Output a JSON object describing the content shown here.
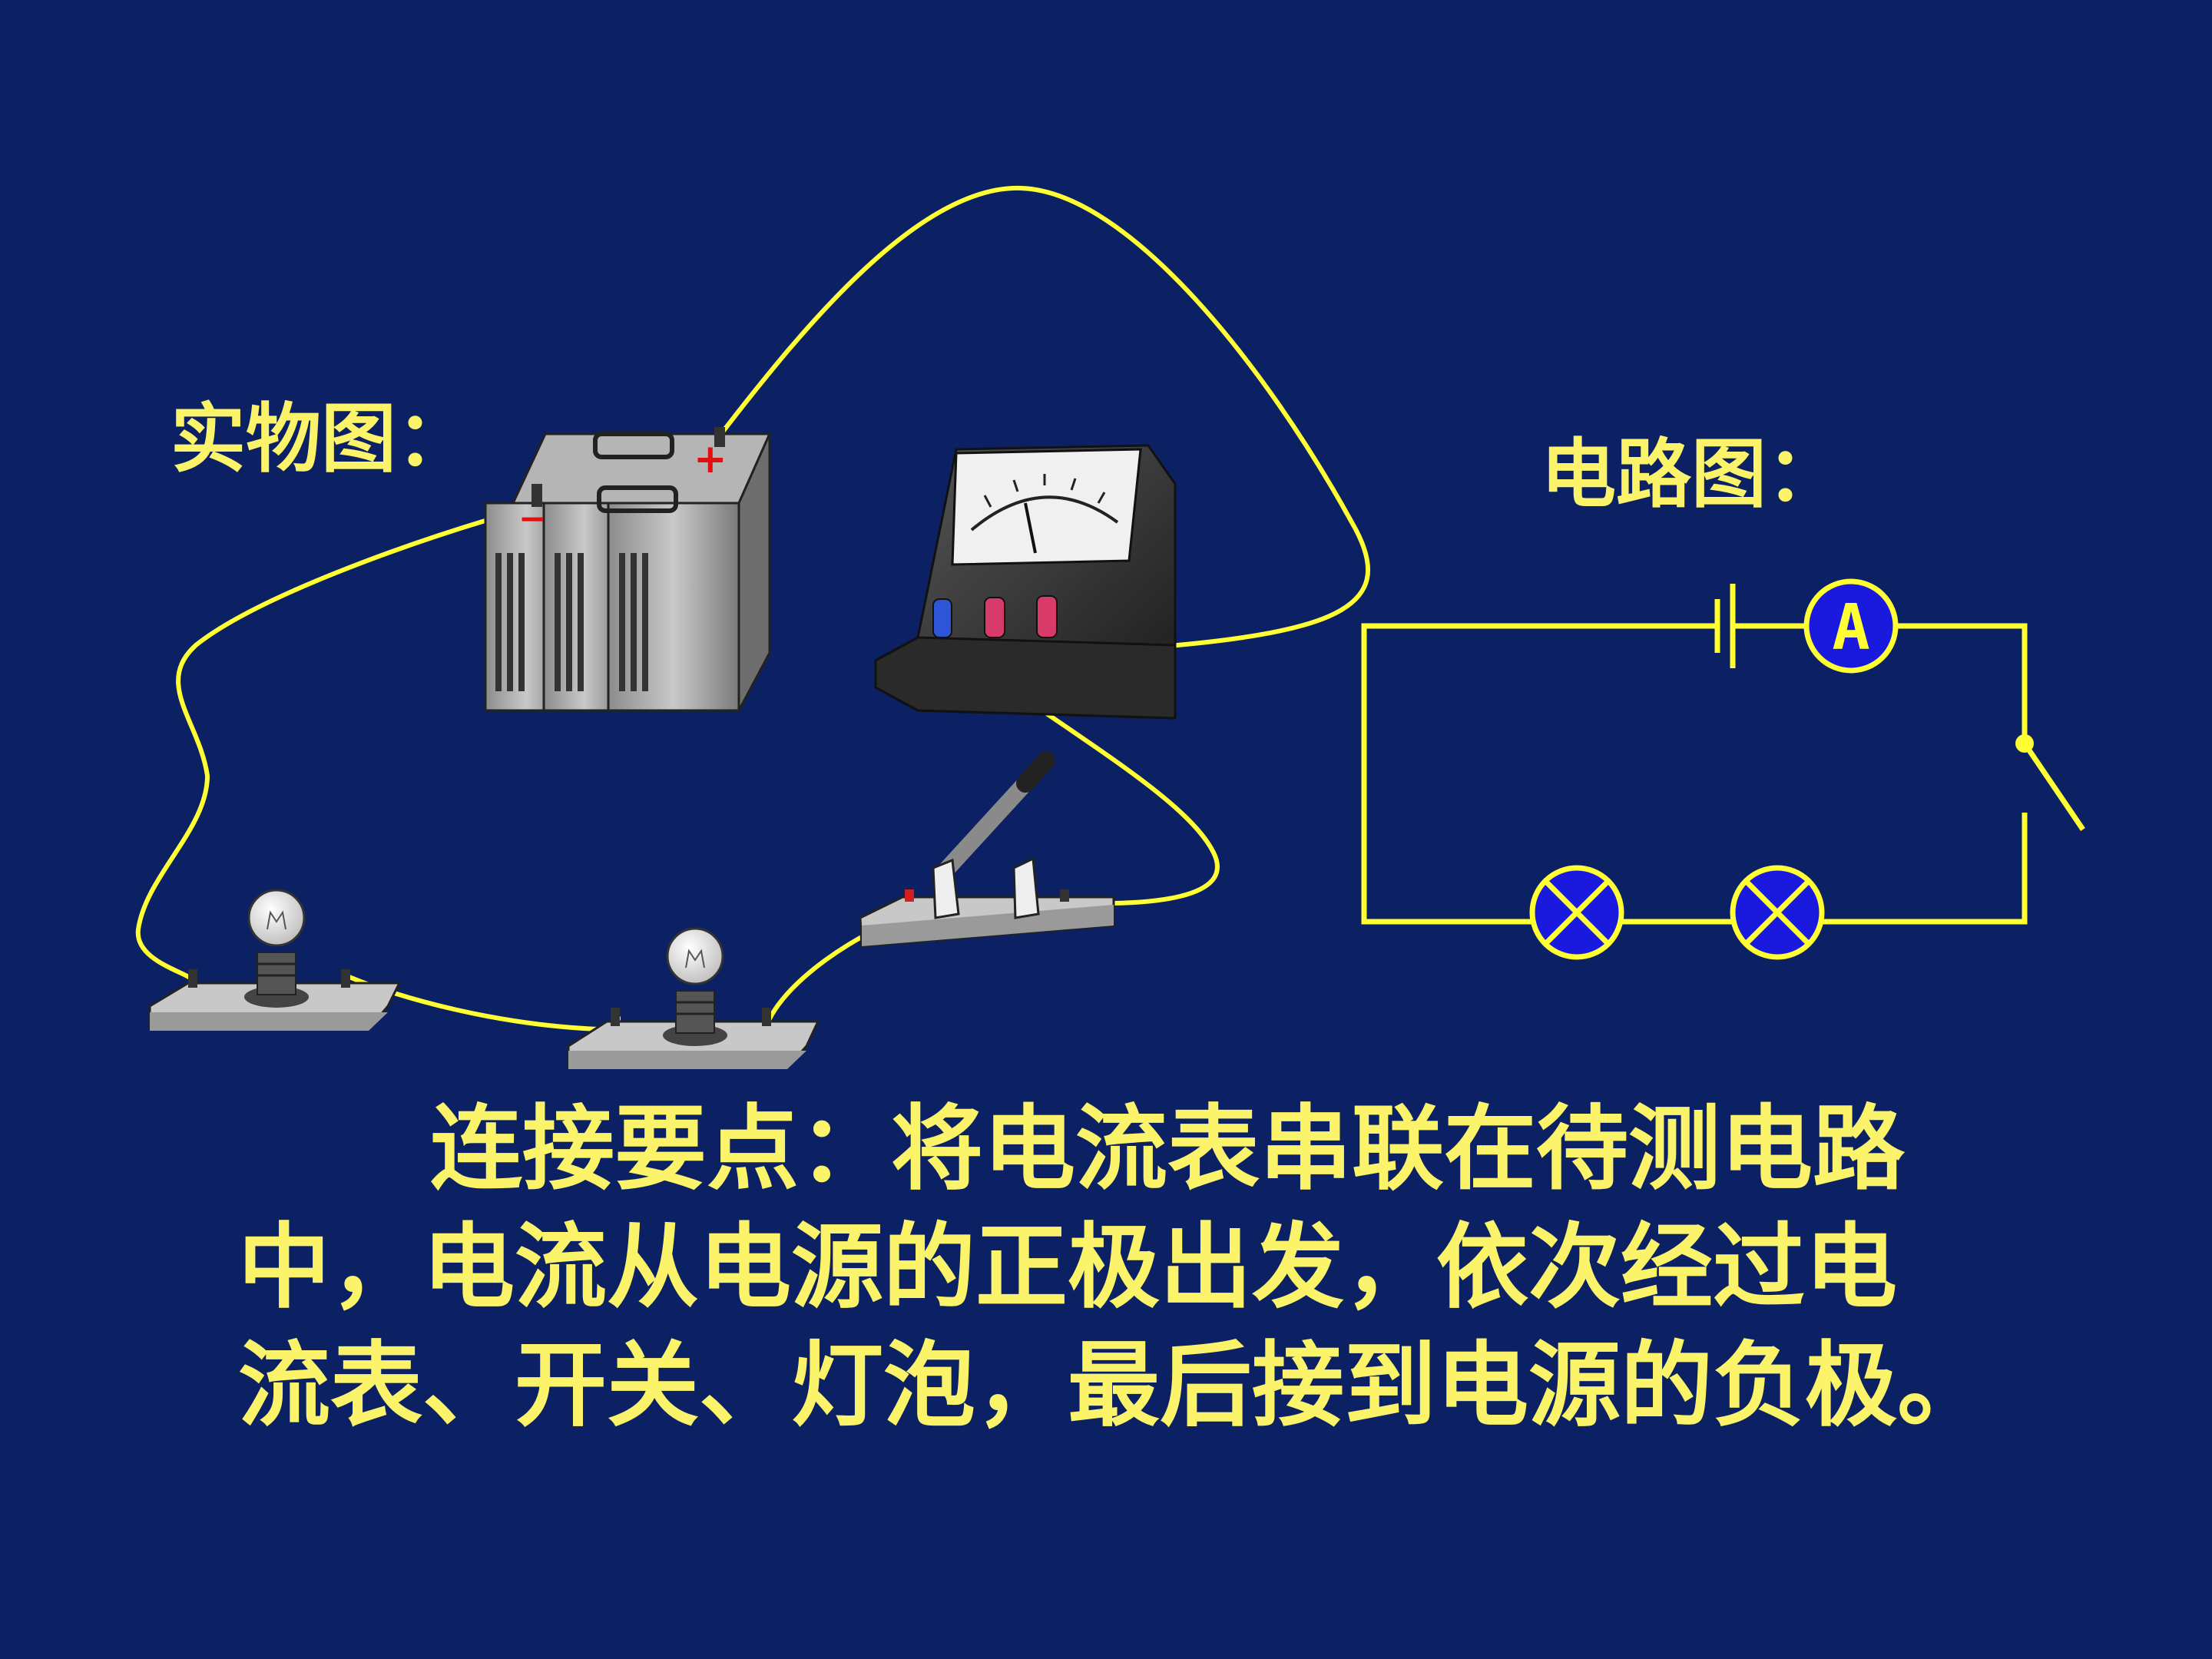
{
  "labels": {
    "physical": "实物图：",
    "circuit": "电路图："
  },
  "note": {
    "line1": "连接要点：将电流表串联在待测电路",
    "line2": "中，电流从电源的正极出发，依次经过电",
    "line3": "流表、开关、灯泡，最后接到电源的负极。"
  },
  "battery": {
    "positive": "+",
    "negative": "−"
  },
  "ammeter_symbol": "A",
  "colors": {
    "background": "#0b2163",
    "wire": "#ffff33",
    "text": "#fbf36a",
    "symbol_fill": "#1a1adf"
  },
  "icons": [
    "battery-icon",
    "ammeter-icon",
    "knife-switch-icon",
    "light-bulb-icon",
    "lamp-symbol-icon",
    "ammeter-symbol-icon",
    "cell-symbol-icon",
    "switch-symbol-icon"
  ]
}
